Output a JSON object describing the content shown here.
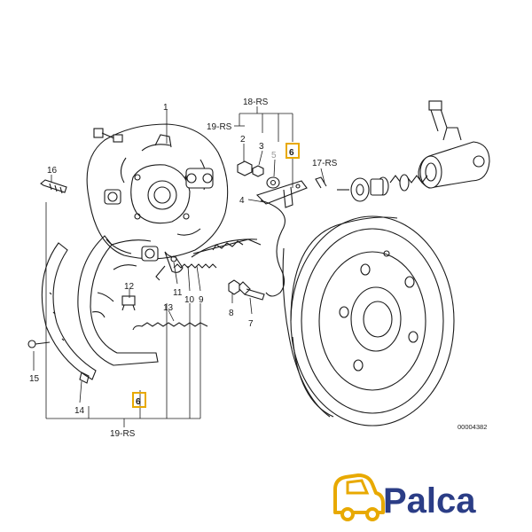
{
  "labels": {
    "p1": "1",
    "p2": "2",
    "p3": "3",
    "p4": "4",
    "p5": "5",
    "p6a": "6",
    "p6b": "6",
    "p7": "7",
    "p8": "8",
    "p9": "9",
    "p10": "10",
    "p11": "11",
    "p12": "12",
    "p13": "13",
    "p14": "14",
    "p15": "15",
    "p16": "16",
    "p17": "17-RS",
    "p18": "18-RS",
    "p19a": "19-RS",
    "p19b": "19-RS"
  },
  "diagram_code": "00004382",
  "brand": {
    "name": "Palca",
    "color": "#2b3d86",
    "accent": "#e8a900"
  },
  "highlight_color": "#e8a900"
}
